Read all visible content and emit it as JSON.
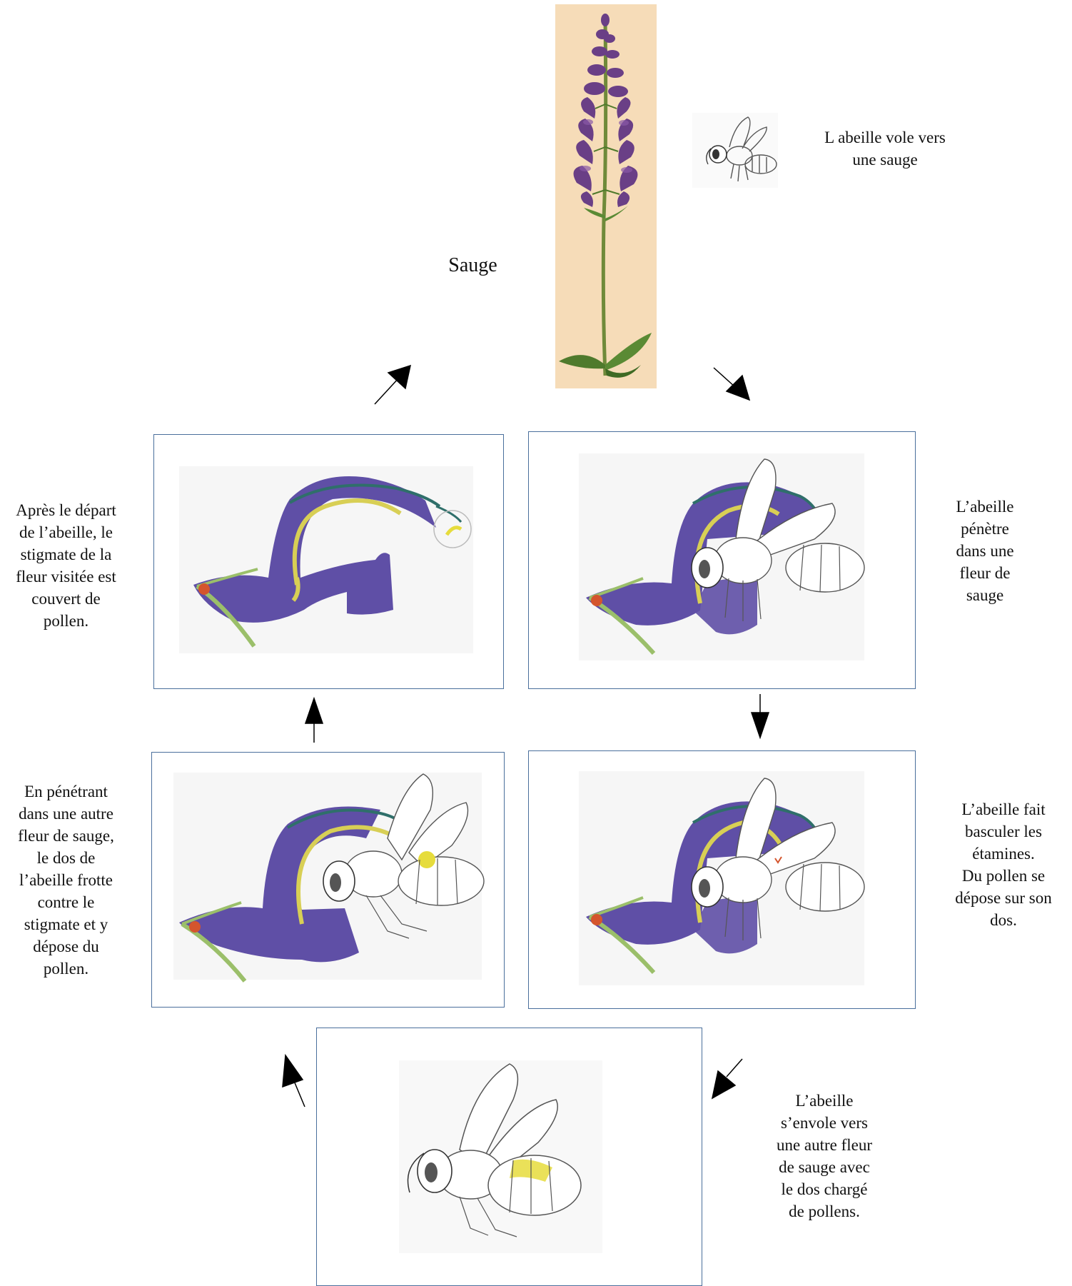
{
  "diagram": {
    "plant_label": "Sauge",
    "captions": {
      "step1": "L  abeille vole vers\nune sauge",
      "step2": "L’abeille\npénètre\ndans une\nfleur de\nsauge",
      "step3": "L’abeille fait\nbasculer les\nétamines.\nDu pollen se\ndépose sur son\ndos.",
      "step4": "L’abeille\ns’envole vers\nune autre fleur\nde sauge avec\nle dos chargé\nde pollens.",
      "step5": "En pénétrant\ndans une autre\nfleur de sauge,\nle dos de\nl’abeille frotte\ncontre le\nstigmate et y\ndépose du\npollen.",
      "step6": "Après le départ\nde l’abeille, le\nstigmate de la\nfleur visitée est\ncouvert de\npollen."
    },
    "colors": {
      "frame_border": "#4a6f9c",
      "petal_purple": "#5f4fa6",
      "stamen_yellow": "#d8cf55",
      "style_teal": "#2f6f6a",
      "stigma_orange": "#d4552d",
      "sepal_green": "#9bbf6a",
      "pollen_yellow": "#e6dc3c",
      "plant_background": "#f6dcb8"
    }
  }
}
